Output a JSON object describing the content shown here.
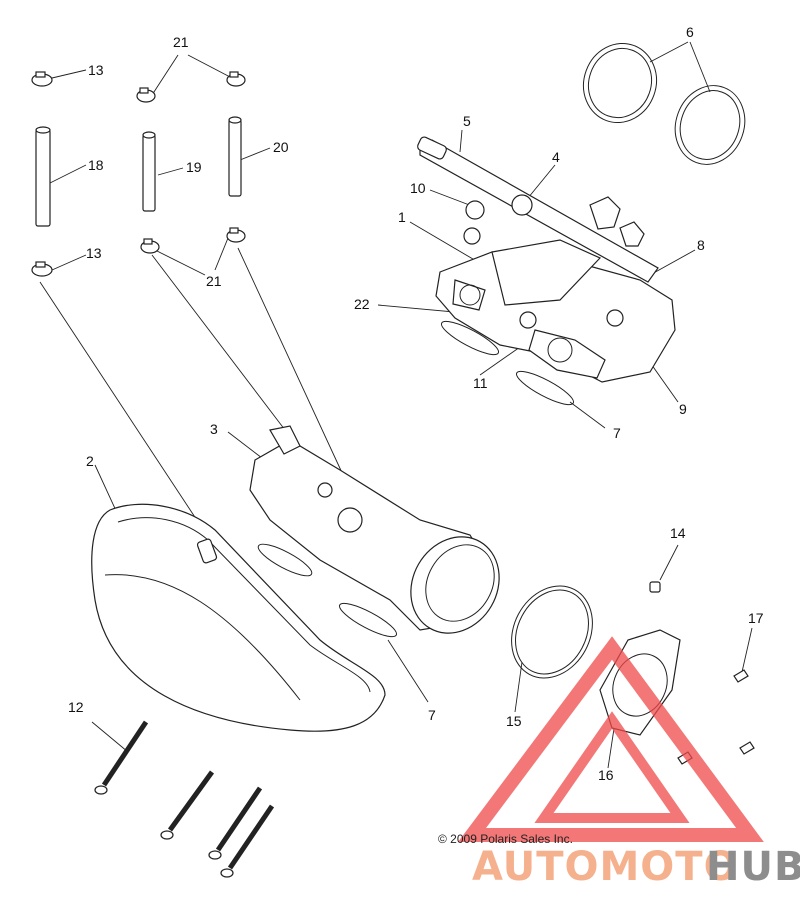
{
  "callouts": {
    "c1": "1",
    "c2": "2",
    "c3": "3",
    "c4": "4",
    "c5": "5",
    "c6": "6",
    "c7a": "7",
    "c7b": "7",
    "c8": "8",
    "c9": "9",
    "c10": "10",
    "c11": "11",
    "c12": "12",
    "c13a": "13",
    "c13b": "13",
    "c14": "14",
    "c15": "15",
    "c16": "16",
    "c17": "17",
    "c18": "18",
    "c19": "19",
    "c20": "20",
    "c21a": "21",
    "c21b": "21",
    "c22": "22"
  },
  "copyright": "© 2009 Polaris Sales Inc.",
  "watermark": {
    "word_a": "AUTOMOTO",
    "word_b": "HUB",
    "color_a": "#f4a37a",
    "color_b": "#7a7a7a",
    "logo_color": "#f04a4a"
  }
}
